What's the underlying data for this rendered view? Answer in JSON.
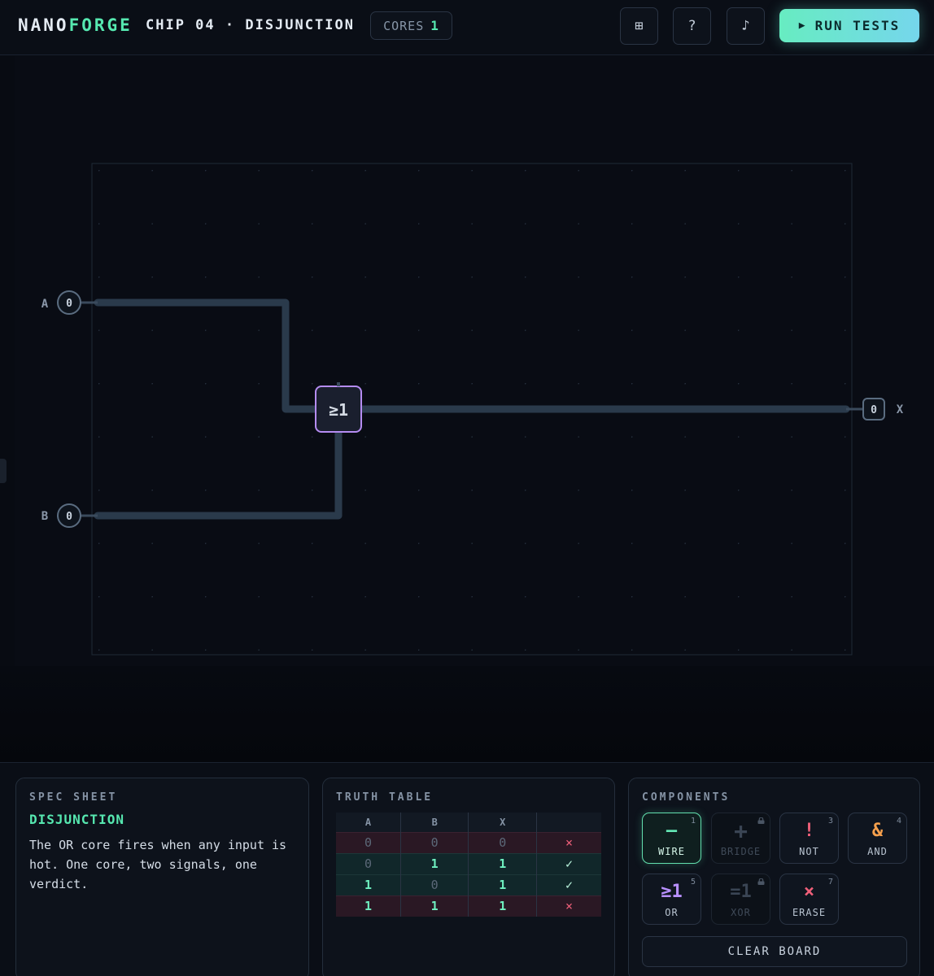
{
  "header": {
    "logo_part1": "NANO",
    "logo_part2": "FORGE",
    "chip_title": "CHIP 04 · DISJUNCTION",
    "cores_label": "CORES",
    "cores_value": "1",
    "grid_button": "⊞",
    "help_button": "?",
    "sound_button": "♪",
    "run_icon": "▶",
    "run_label": "RUN TESTS"
  },
  "board": {
    "inputs": [
      {
        "name": "A",
        "value": "0"
      },
      {
        "name": "B",
        "value": "0"
      }
    ],
    "output": {
      "name": "X",
      "value": "0"
    },
    "gate": {
      "symbol": "≥1",
      "type": "OR"
    }
  },
  "spec": {
    "title": "SPEC SHEET",
    "name": "DISJUNCTION",
    "description": "The OR core fires when any input is hot. One core, two signals, one verdict."
  },
  "truth_table": {
    "title": "TRUTH TABLE",
    "headers": [
      "A",
      "B",
      "X",
      ""
    ],
    "rows": [
      {
        "a": "0",
        "b": "0",
        "x": "0",
        "result": "×",
        "status": "fail"
      },
      {
        "a": "0",
        "b": "1",
        "x": "1",
        "result": "✓",
        "status": "pass"
      },
      {
        "a": "1",
        "b": "0",
        "x": "1",
        "result": "✓",
        "status": "pass"
      },
      {
        "a": "1",
        "b": "1",
        "x": "1",
        "result": "×",
        "status": "fail"
      }
    ]
  },
  "components": {
    "title": "COMPONENTS",
    "items": [
      {
        "label": "WIRE",
        "icon": "—",
        "key": "1",
        "color": "#63e6b4",
        "state": "active"
      },
      {
        "label": "BRIDGE",
        "icon": "+",
        "key": "",
        "color": "#3a4554",
        "state": "locked"
      },
      {
        "label": "NOT",
        "icon": "!",
        "key": "3",
        "color": "#f0607a",
        "state": "normal"
      },
      {
        "label": "AND",
        "icon": "&",
        "key": "4",
        "color": "#f6a04d",
        "state": "normal"
      },
      {
        "label": "OR",
        "icon": "≥1",
        "key": "5",
        "color": "#b990ff",
        "state": "normal"
      },
      {
        "label": "XOR",
        "icon": "=1",
        "key": "",
        "color": "#3a4554",
        "state": "locked"
      },
      {
        "label": "ERASE",
        "icon": "×",
        "key": "7",
        "color": "#f0607a",
        "state": "normal"
      }
    ],
    "clear_label": "CLEAR BOARD"
  }
}
